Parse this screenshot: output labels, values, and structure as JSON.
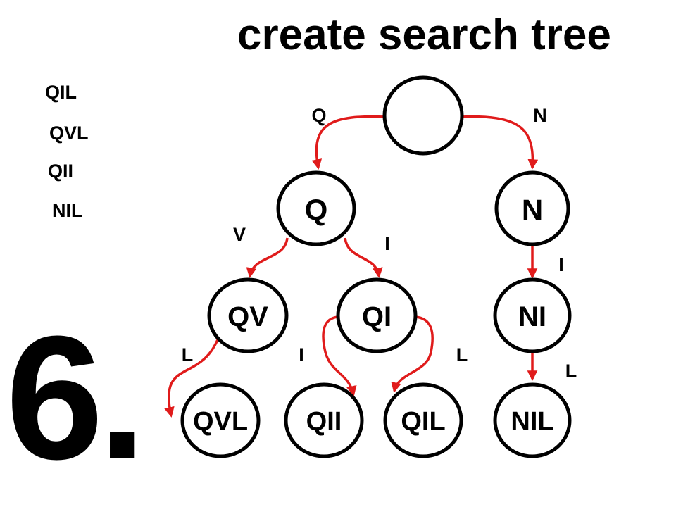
{
  "title": "create search tree",
  "step_number": "6.",
  "word_list": [
    "QIL",
    "QVL",
    "QII",
    "NIL"
  ],
  "colors": {
    "edge": "#e01b1b",
    "node_stroke": "#000000",
    "text": "#000000"
  },
  "tree": {
    "root": {
      "label": ""
    },
    "nodes": {
      "q": "Q",
      "n": "N",
      "qv": "QV",
      "qi": "QI",
      "ni": "NI",
      "qvl": "QVL",
      "qii": "QII",
      "qil": "QIL",
      "nil": "NIL"
    },
    "edges": {
      "root_q": "Q",
      "root_n": "N",
      "q_qv": "V",
      "q_qi": "I",
      "n_ni": "I",
      "qv_qvl": "L",
      "qi_qii": "I",
      "qi_qil": "L",
      "ni_nil": "L"
    }
  }
}
